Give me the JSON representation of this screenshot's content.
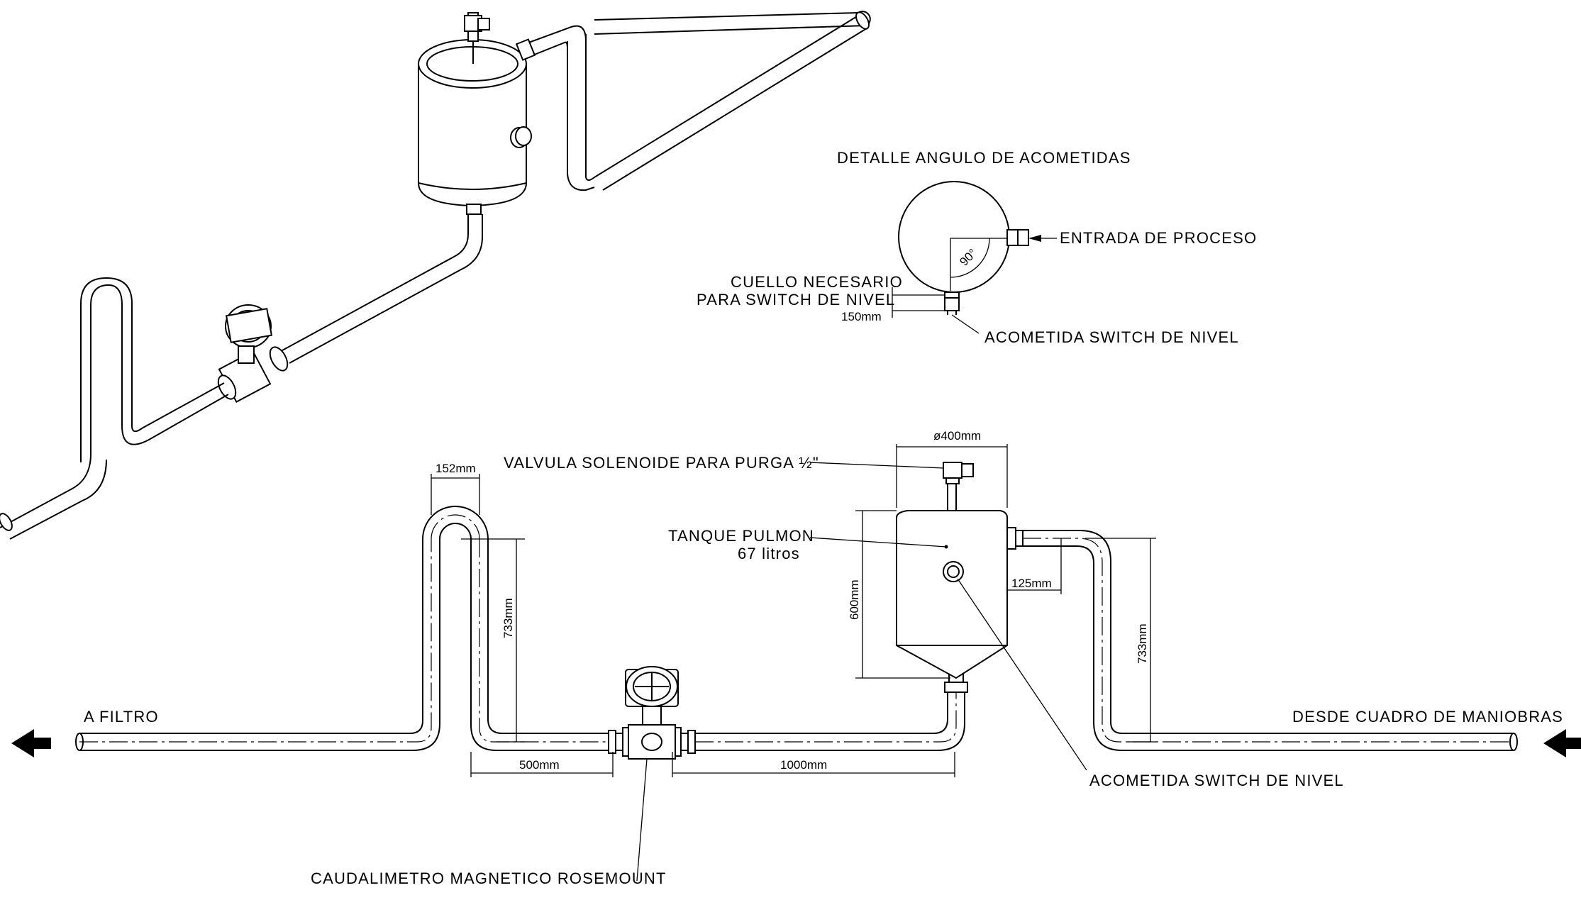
{
  "labels": {
    "detail_title": "DETALLE ANGULO DE ACOMETIDAS",
    "detail_angle": "90°",
    "detail_inlet": "ENTRADA DE PROCESO",
    "detail_neck_line1": "CUELLO NECESARIO",
    "detail_neck_line2": "PARA SWITCH DE NIVEL",
    "detail_neck_dim": "150mm",
    "detail_switch": "ACOMETIDA SWITCH DE NIVEL",
    "solenoid_valve": "VALVULA SOLENOIDE PARA PURGA ½\"",
    "tank_line1": "TANQUE PULMON",
    "tank_line2": "67 litros",
    "to_filter": "A FILTRO",
    "from_panel": "DESDE CUADRO DE MANIOBRAS",
    "switch_connection": "ACOMETIDA SWITCH DE NIVEL",
    "flowmeter": "CAUDALIMETRO MAGNETICO ROSEMOUNT"
  },
  "dimensions": {
    "tank_diameter": "ø400mm",
    "loop_width": "152mm",
    "loop_height_left": "733mm",
    "tank_height": "600mm",
    "nozzle_offset": "125mm",
    "loop_height_right": "733mm",
    "pipe_run_left": "500mm",
    "pipe_run_right": "1000mm"
  }
}
